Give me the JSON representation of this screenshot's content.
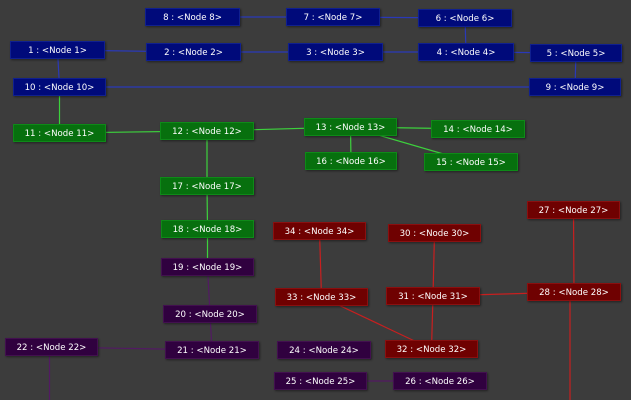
{
  "colors": {
    "background": "#3c3c3c",
    "blue": "#000a7a",
    "green": "#07700e",
    "red": "#6f0101",
    "purple": "#30013f",
    "edge_blue": "#2a39b8",
    "edge_green": "#3cd23c",
    "edge_red": "#c81f1f",
    "edge_purple": "#521a63"
  },
  "nodes": [
    {
      "id": 1,
      "label": "1 : <Node 1>",
      "group": "blue"
    },
    {
      "id": 2,
      "label": "2 : <Node 2>",
      "group": "blue"
    },
    {
      "id": 3,
      "label": "3 : <Node 3>",
      "group": "blue"
    },
    {
      "id": 4,
      "label": "4 : <Node 4>",
      "group": "blue"
    },
    {
      "id": 5,
      "label": "5 : <Node 5>",
      "group": "blue"
    },
    {
      "id": 6,
      "label": "6 : <Node 6>",
      "group": "blue"
    },
    {
      "id": 7,
      "label": "7 : <Node 7>",
      "group": "blue"
    },
    {
      "id": 8,
      "label": "8 : <Node 8>",
      "group": "blue"
    },
    {
      "id": 9,
      "label": "9 : <Node 9>",
      "group": "blue"
    },
    {
      "id": 10,
      "label": "10 : <Node 10>",
      "group": "blue"
    },
    {
      "id": 11,
      "label": "11 : <Node 11>",
      "group": "green"
    },
    {
      "id": 12,
      "label": "12 : <Node 12>",
      "group": "green"
    },
    {
      "id": 13,
      "label": "13 : <Node 13>",
      "group": "green"
    },
    {
      "id": 14,
      "label": "14 : <Node 14>",
      "group": "green"
    },
    {
      "id": 15,
      "label": "15 : <Node 15>",
      "group": "green"
    },
    {
      "id": 16,
      "label": "16 : <Node 16>",
      "group": "green"
    },
    {
      "id": 17,
      "label": "17 : <Node 17>",
      "group": "green"
    },
    {
      "id": 18,
      "label": "18 : <Node 18>",
      "group": "green"
    },
    {
      "id": 19,
      "label": "19 : <Node 19>",
      "group": "purple"
    },
    {
      "id": 20,
      "label": "20 : <Node 20>",
      "group": "purple"
    },
    {
      "id": 21,
      "label": "21 : <Node 21>",
      "group": "purple"
    },
    {
      "id": 22,
      "label": "22 : <Node 22>",
      "group": "purple"
    },
    {
      "id": 24,
      "label": "24 : <Node 24>",
      "group": "purple"
    },
    {
      "id": 25,
      "label": "25 : <Node 25>",
      "group": "purple"
    },
    {
      "id": 26,
      "label": "26 : <Node 26>",
      "group": "purple"
    },
    {
      "id": 27,
      "label": "27 : <Node 27>",
      "group": "red"
    },
    {
      "id": 28,
      "label": "28 : <Node 28>",
      "group": "red"
    },
    {
      "id": 30,
      "label": "30 : <Node 30>",
      "group": "red"
    },
    {
      "id": 31,
      "label": "31 : <Node 31>",
      "group": "red"
    },
    {
      "id": 32,
      "label": "32 : <Node 32>",
      "group": "red"
    },
    {
      "id": 33,
      "label": "33 : <Node 33>",
      "group": "red"
    },
    {
      "id": 34,
      "label": "34 : <Node 34>",
      "group": "red"
    }
  ],
  "edges": [
    {
      "from": 8,
      "to": 7,
      "group": "blue"
    },
    {
      "from": 7,
      "to": 6,
      "group": "blue"
    },
    {
      "from": 6,
      "to": 4,
      "group": "blue"
    },
    {
      "from": 1,
      "to": 2,
      "group": "blue"
    },
    {
      "from": 2,
      "to": 3,
      "group": "blue"
    },
    {
      "from": 3,
      "to": 4,
      "group": "blue"
    },
    {
      "from": 4,
      "to": 5,
      "group": "blue"
    },
    {
      "from": 5,
      "to": 9,
      "group": "blue"
    },
    {
      "from": 1,
      "to": 10,
      "group": "blue"
    },
    {
      "from": 10,
      "to": 9,
      "group": "blue"
    },
    {
      "from": 10,
      "to": 11,
      "group": "green"
    },
    {
      "from": 11,
      "to": 12,
      "group": "green"
    },
    {
      "from": 12,
      "to": 13,
      "group": "green"
    },
    {
      "from": 13,
      "to": 14,
      "group": "green"
    },
    {
      "from": 13,
      "to": 16,
      "group": "green"
    },
    {
      "from": 13,
      "to": 15,
      "group": "green"
    },
    {
      "from": 12,
      "to": 17,
      "group": "green"
    },
    {
      "from": 17,
      "to": 18,
      "group": "green"
    },
    {
      "from": 18,
      "to": 19,
      "group": "green"
    },
    {
      "from": 19,
      "to": 20,
      "group": "purple"
    },
    {
      "from": 20,
      "to": 21,
      "group": "purple"
    },
    {
      "from": 22,
      "to": 21,
      "group": "purple"
    },
    {
      "from": 25,
      "to": 26,
      "group": "purple"
    },
    {
      "from": 34,
      "to": 33,
      "group": "red"
    },
    {
      "from": 30,
      "to": 31,
      "group": "red"
    },
    {
      "from": 33,
      "to": 32,
      "group": "red"
    },
    {
      "from": 31,
      "to": 32,
      "group": "red"
    },
    {
      "from": 31,
      "to": 28,
      "group": "red"
    },
    {
      "from": 27,
      "to": 28,
      "group": "red"
    }
  ]
}
